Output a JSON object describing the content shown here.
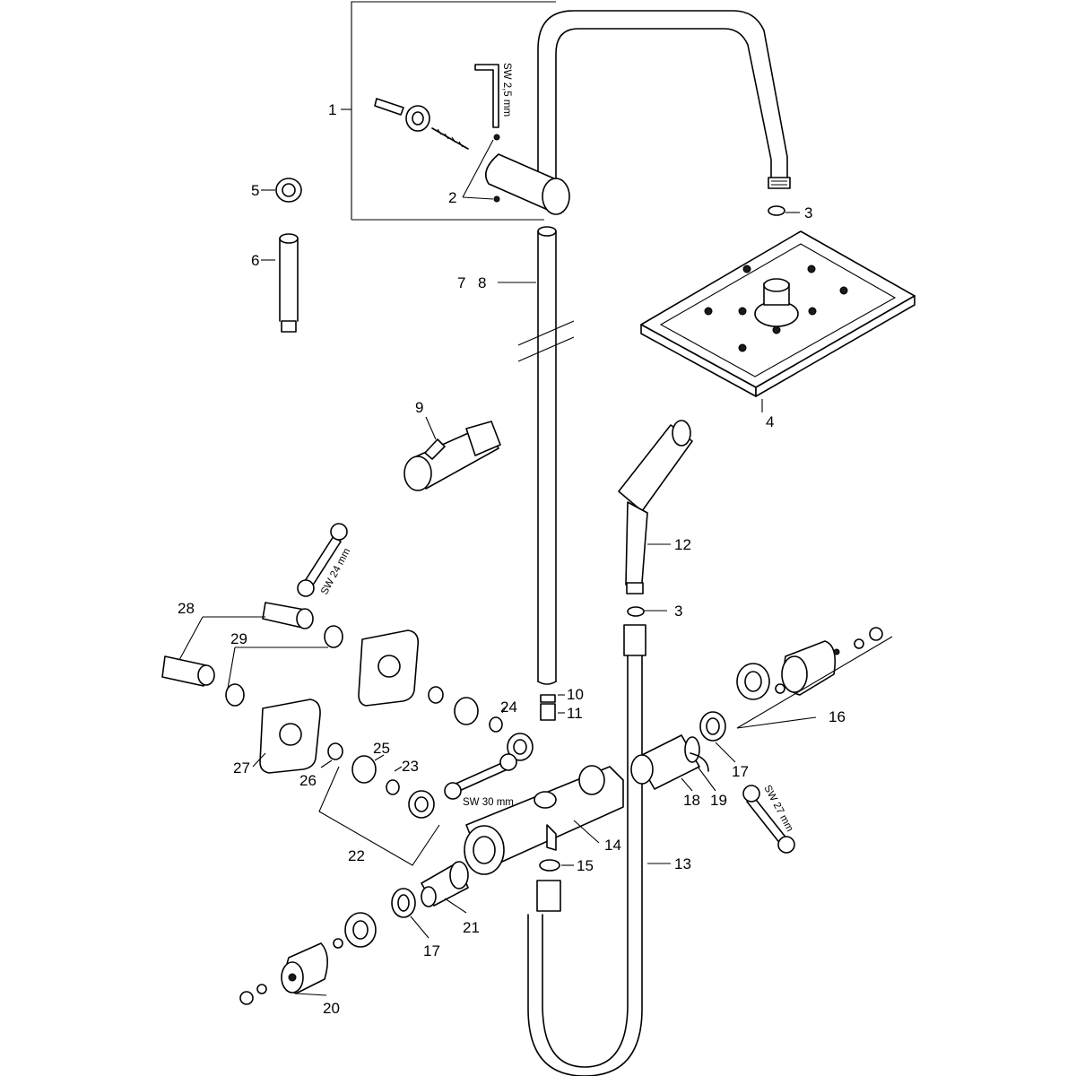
{
  "callouts": [
    "1",
    "2",
    "3",
    "4",
    "5",
    "6",
    "7",
    "8",
    "9",
    "10",
    "11",
    "12",
    "3",
    "13",
    "14",
    "15",
    "16",
    "17",
    "18",
    "19",
    "17",
    "20",
    "21",
    "22",
    "23",
    "24",
    "25",
    "26",
    "27",
    "28",
    "29"
  ],
  "tools": {
    "hex_key": "SW 2,5 mm",
    "wrench_24": "SW 24 mm",
    "wrench_30": "SW 30 mm",
    "wrench_27": "SW 27 mm"
  }
}
